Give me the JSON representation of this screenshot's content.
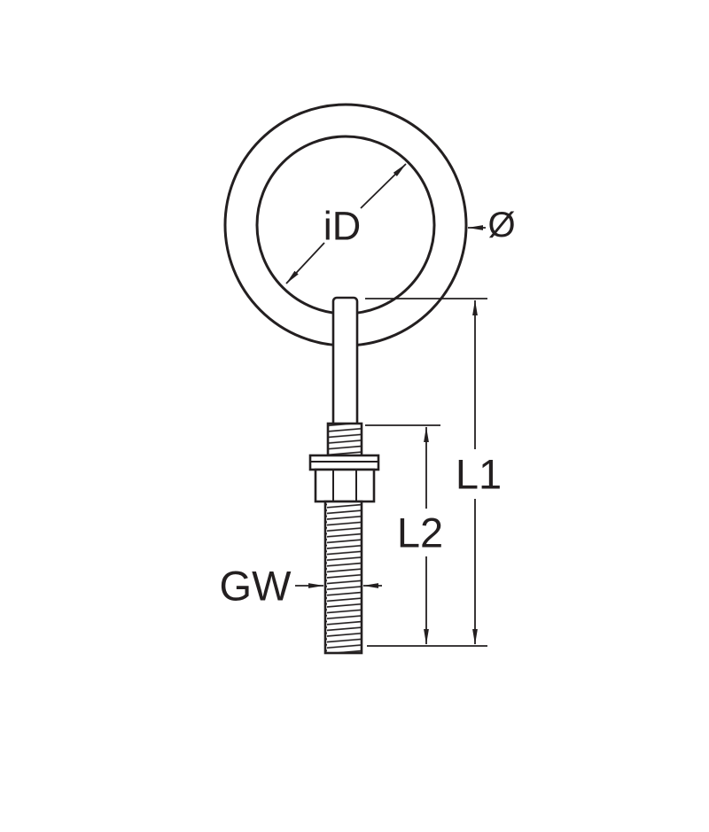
{
  "page": {
    "background": "#ffffff"
  },
  "diagram": {
    "name": "eye-bolt-technical-drawing",
    "line_color": "#231f20",
    "labels": {
      "inner_diameter": "iD",
      "stock_diameter": "Ø",
      "total_length": "L1",
      "thread_length": "L2",
      "thread_size": "GW"
    }
  }
}
